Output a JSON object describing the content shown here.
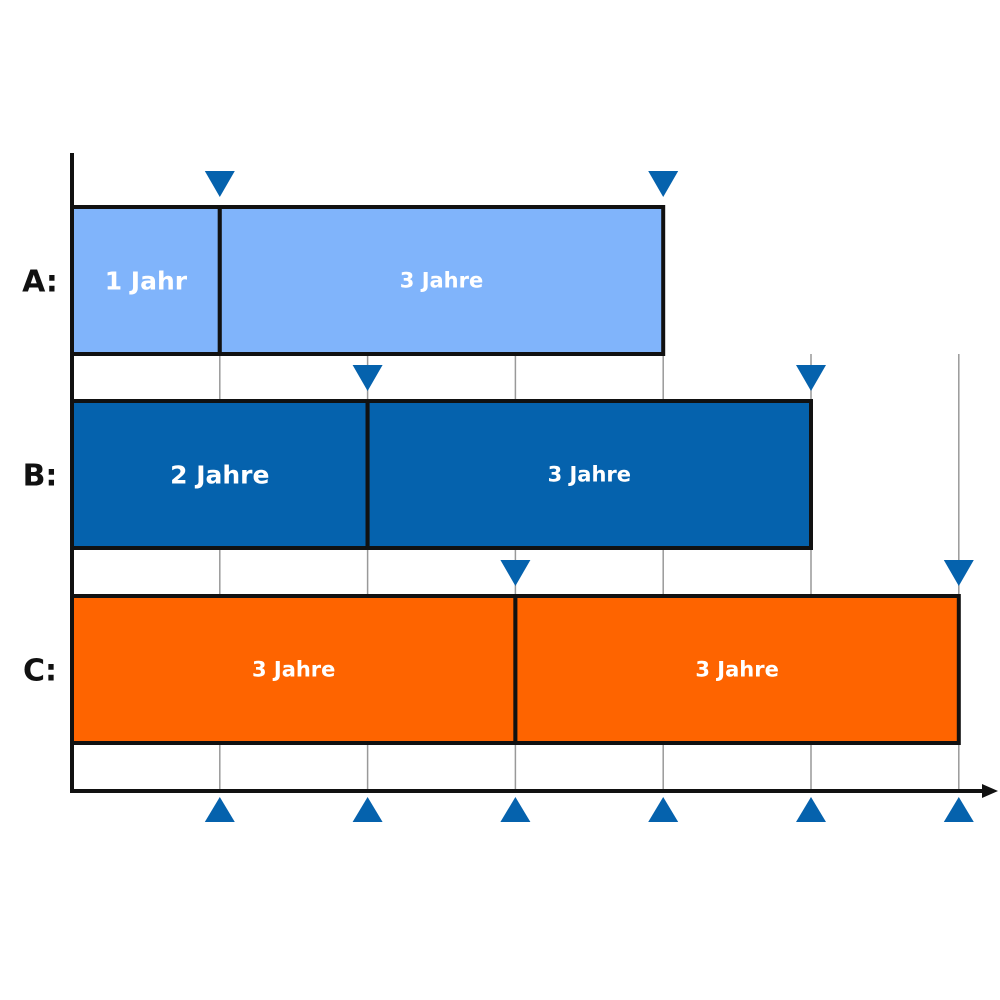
{
  "colors": {
    "row_a": "#80b4fb",
    "row_b": "#0562ad",
    "row_c": "#fe6400",
    "marker": "#0562ad",
    "axis": "#111111",
    "gridline": "#999999"
  },
  "axis_ticks": 6,
  "rows": [
    {
      "label": "A:",
      "color_key": "row_a",
      "segments": [
        {
          "text": "1 Jahr",
          "years": 1,
          "style": "big"
        },
        {
          "text": "3 Jahre",
          "years": 3,
          "style": "small"
        }
      ]
    },
    {
      "label": "B:",
      "color_key": "row_b",
      "segments": [
        {
          "text": "2 Jahre",
          "years": 2,
          "style": "big"
        },
        {
          "text": "3 Jahre",
          "years": 3,
          "style": "small"
        }
      ]
    },
    {
      "label": "C:",
      "color_key": "row_c",
      "segments": [
        {
          "text": "3 Jahre",
          "years": 3,
          "style": "small"
        },
        {
          "text": "3 Jahre",
          "years": 3,
          "style": "small"
        }
      ]
    }
  ]
}
